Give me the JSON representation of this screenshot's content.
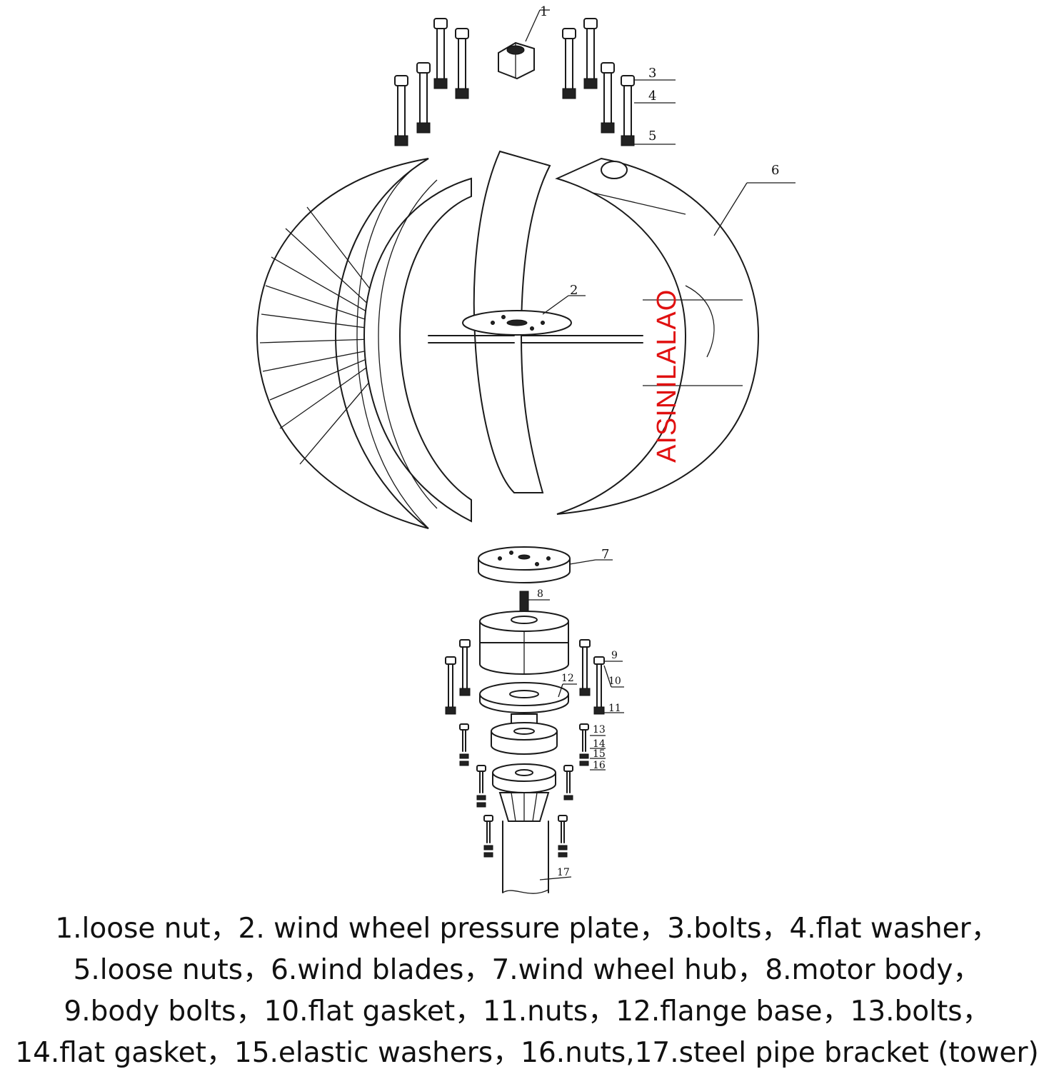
{
  "diagram": {
    "brand_text": "AISINILALAO",
    "callouts": {
      "c1": "1",
      "c2": "2",
      "c3": "3",
      "c4": "4",
      "c5": "5",
      "c6": "6",
      "c7": "7",
      "c8": "8",
      "c9": "9",
      "c10": "10",
      "c11": "11",
      "c12": "12",
      "c13": "13",
      "c14": "14",
      "c15": "15",
      "c16": "16",
      "c17": "17"
    }
  },
  "legend": {
    "lines": [
      "1.loose nut，2. wind wheel pressure plate，3.bolts，4.flat washer，",
      "5.loose nuts，6.wind blades，7.wind wheel hub，8.motor body，",
      "9.body bolts，10.flat gasket，11.nuts，12.flange base，13.bolts，",
      "14.flat gasket，15.elastic washers，16.nuts,17.steel pipe bracket (tower)"
    ]
  }
}
